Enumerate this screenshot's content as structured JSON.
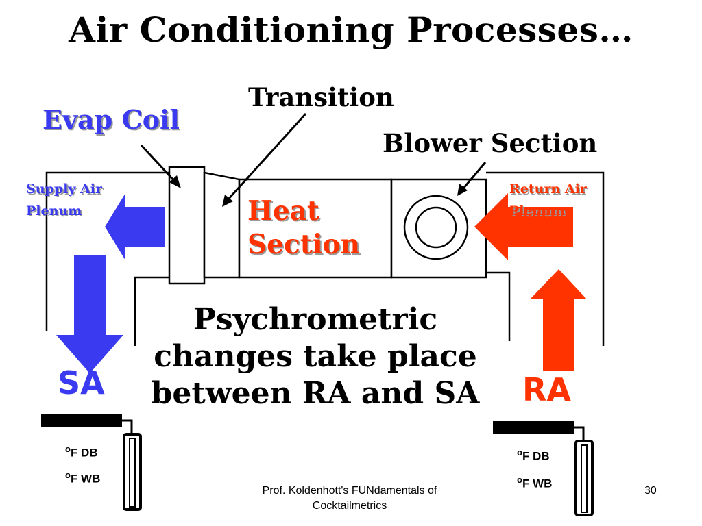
{
  "title": "Air Conditioning Processes…",
  "labels": {
    "transition": "Transition",
    "blower_section": "Blower Section",
    "evap_coil": "Evap Coil",
    "supply_air_line1": "Supply Air",
    "supply_air_line2": "Plenum",
    "return_air_line1": "Return Air",
    "return_air_line2": "Plenum",
    "heat_line1": "Heat",
    "heat_line2": "Section",
    "sa": "SA",
    "ra": "RA"
  },
  "statement": "Psychrometric changes take place between RA and SA",
  "gauges": {
    "degree_mark": "o",
    "db": "F DB",
    "wb": "F WB"
  },
  "footer": {
    "credit": "Prof. Koldenhott's FUNdamentals of Cocktailmetrics",
    "page_number": "30"
  },
  "colors": {
    "supply": "#3a3af0",
    "return": "#ff3300"
  }
}
